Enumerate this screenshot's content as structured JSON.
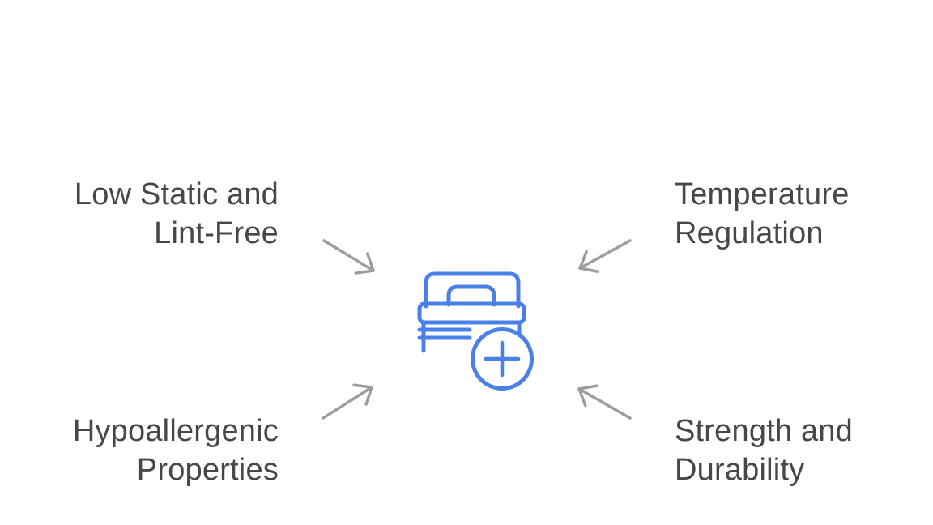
{
  "page": {
    "background": "#ffffff"
  },
  "colors": {
    "icon_blue": "#4a80e8",
    "arrow_gray": "#9d9d9d",
    "text_dark": "#454749"
  },
  "diagram": {
    "type": "radial-feature-diagram",
    "center_icon": "bed-with-plus-icon",
    "nodes": [
      {
        "position": "top-left",
        "lines": [
          "Low Static and",
          "Lint-Free"
        ]
      },
      {
        "position": "top-right",
        "lines": [
          "Temperature",
          "Regulation"
        ]
      },
      {
        "position": "bottom-left",
        "lines": [
          "Hypoallergenic",
          "Properties"
        ]
      },
      {
        "position": "bottom-right",
        "lines": [
          "Strength and",
          "Durability"
        ]
      }
    ],
    "arrows": [
      {
        "from": "top-left-label",
        "to": "center-icon"
      },
      {
        "from": "top-right-label",
        "to": "center-icon"
      },
      {
        "from": "bottom-left-label",
        "to": "center-icon"
      },
      {
        "from": "bottom-right-label",
        "to": "center-icon"
      }
    ]
  }
}
